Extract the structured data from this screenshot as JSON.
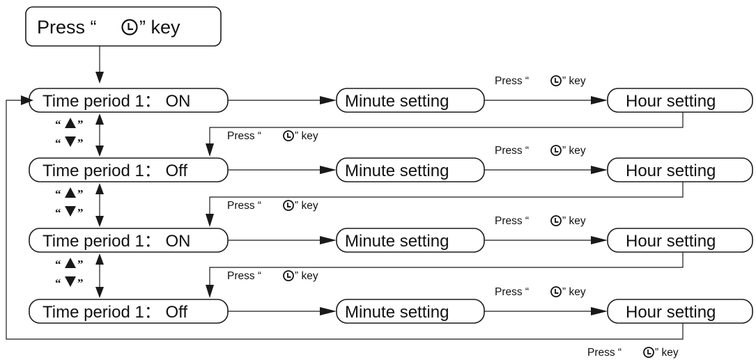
{
  "start": {
    "prefix": "Press “",
    "suffix": "” key",
    "icon": "clock-icon"
  },
  "press_key": {
    "prefix": "Press “",
    "suffix": "” key",
    "icon": "clock-icon"
  },
  "up_down": {
    "open_quote": "“",
    "close_quote": "”",
    "up_icon": "up-triangle-icon",
    "down_icon": "down-triangle-icon"
  },
  "rows": [
    {
      "period": "Time period 1： ON",
      "minute": "Minute setting",
      "hour": "Hour setting"
    },
    {
      "period": "Time period 1： Off",
      "minute": "Minute setting",
      "hour": "Hour setting"
    },
    {
      "period": "Time period 1： ON",
      "minute": "Minute setting",
      "hour": "Hour setting"
    },
    {
      "period": "Time period 1： Off",
      "minute": "Minute setting",
      "hour": "Hour setting"
    }
  ]
}
